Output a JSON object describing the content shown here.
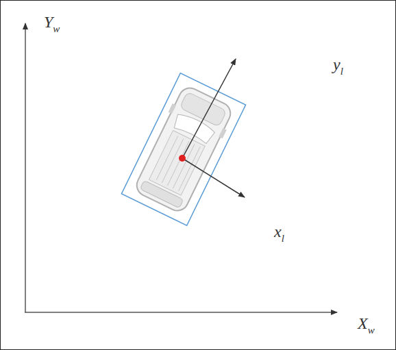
{
  "diagram": {
    "labels": [
      "Yw",
      "yl",
      "xl",
      "Xw"
    ]
  }
}
